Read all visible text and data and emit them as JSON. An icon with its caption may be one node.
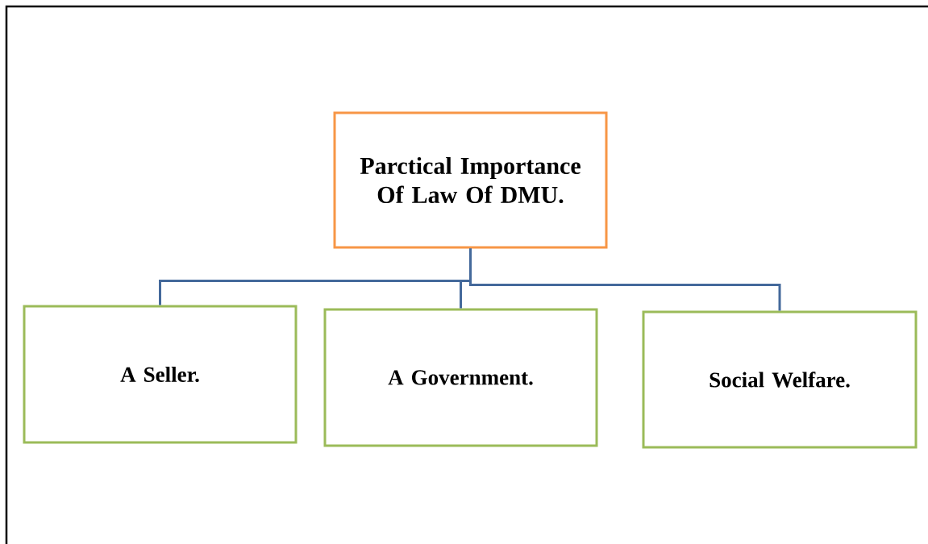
{
  "diagram": {
    "nodes": [
      {
        "text": [
          "Parctical Importance Of Law Of DMU."
        ]
      },
      {
        "text": [
          "A Seller."
        ]
      },
      {
        "text": [
          "A Government."
        ]
      },
      {
        "text": [
          "Social Welfare."
        ]
      }
    ],
    "edges": [
      {
        "from": 0,
        "to": 1,
        "arrow": "none"
      },
      {
        "from": 0,
        "to": 2,
        "arrow": "none"
      },
      {
        "from": 0,
        "to": 3,
        "arrow": "none"
      }
    ]
  }
}
